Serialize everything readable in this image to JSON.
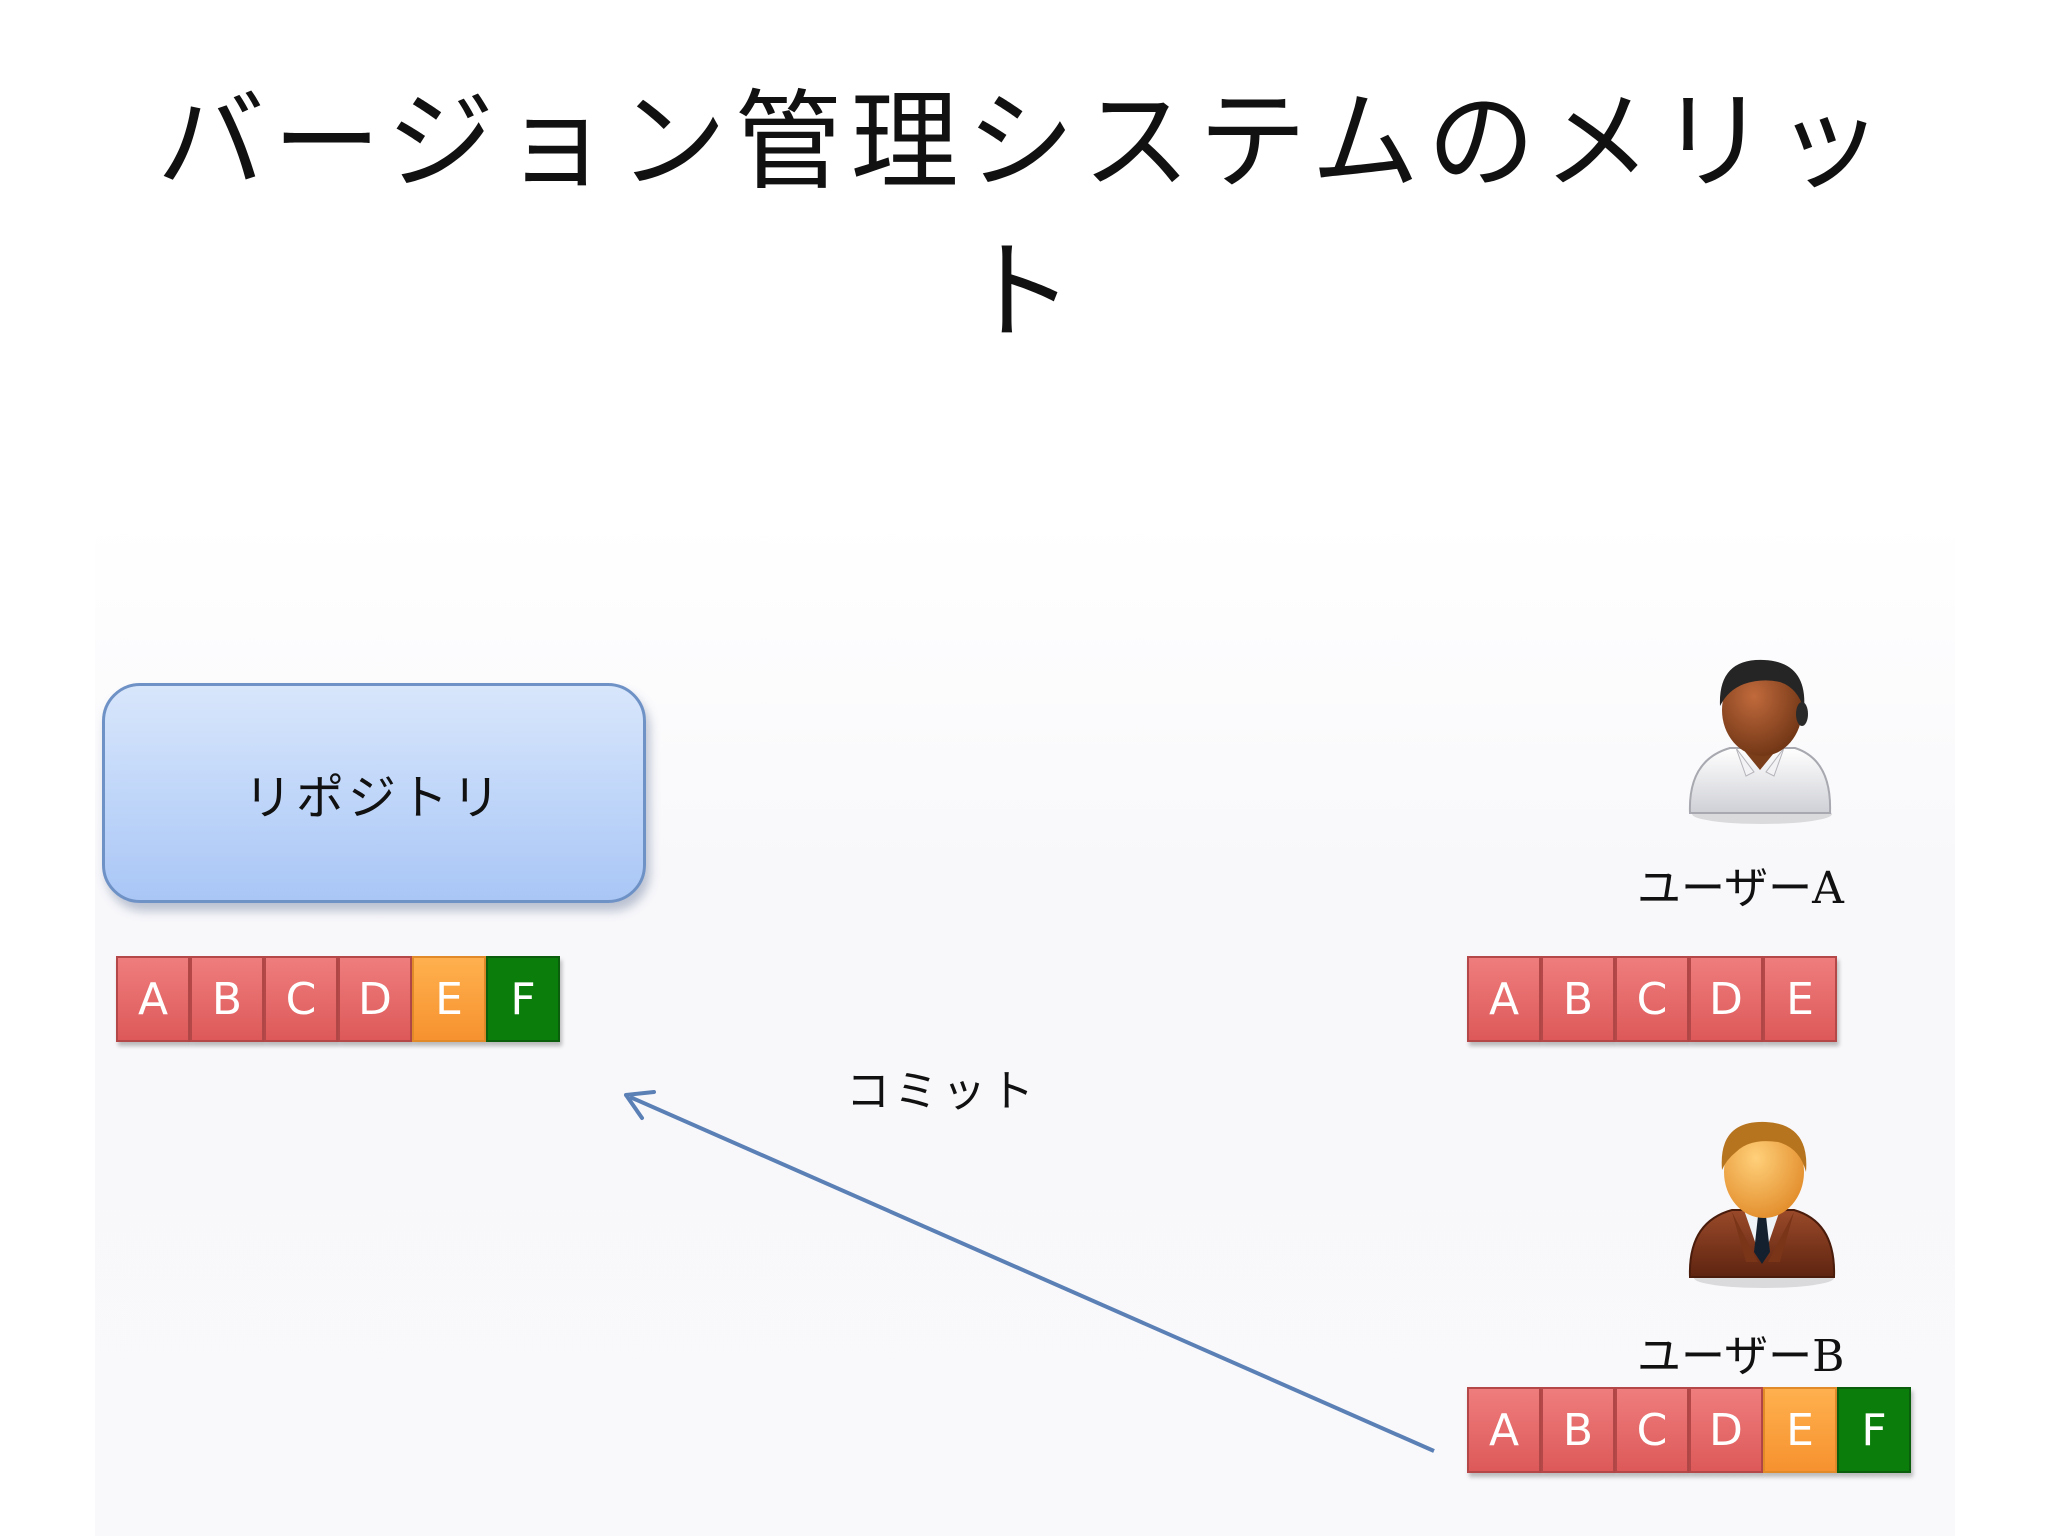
{
  "slide": {
    "title": "バージョン管理システムのメリット"
  },
  "repository": {
    "label": "リポジトリ",
    "blocks": [
      "A",
      "B",
      "C",
      "D",
      "E",
      "F"
    ]
  },
  "user_a": {
    "label": "ユーザーA",
    "blocks": [
      "A",
      "B",
      "C",
      "D",
      "E"
    ]
  },
  "user_b": {
    "label": "ユーザーB",
    "blocks": [
      "A",
      "B",
      "C",
      "D",
      "E",
      "F"
    ]
  },
  "arrow": {
    "label": "コミット"
  },
  "colors": {
    "block_red": "#e06464",
    "block_orange": "#f89a38",
    "block_green": "#0a7d0a",
    "repo_fill": "#bed5f9",
    "arrow": "#5b80b6"
  },
  "icons": {
    "user_a": "person-icon",
    "user_b": "businessman-icon"
  }
}
